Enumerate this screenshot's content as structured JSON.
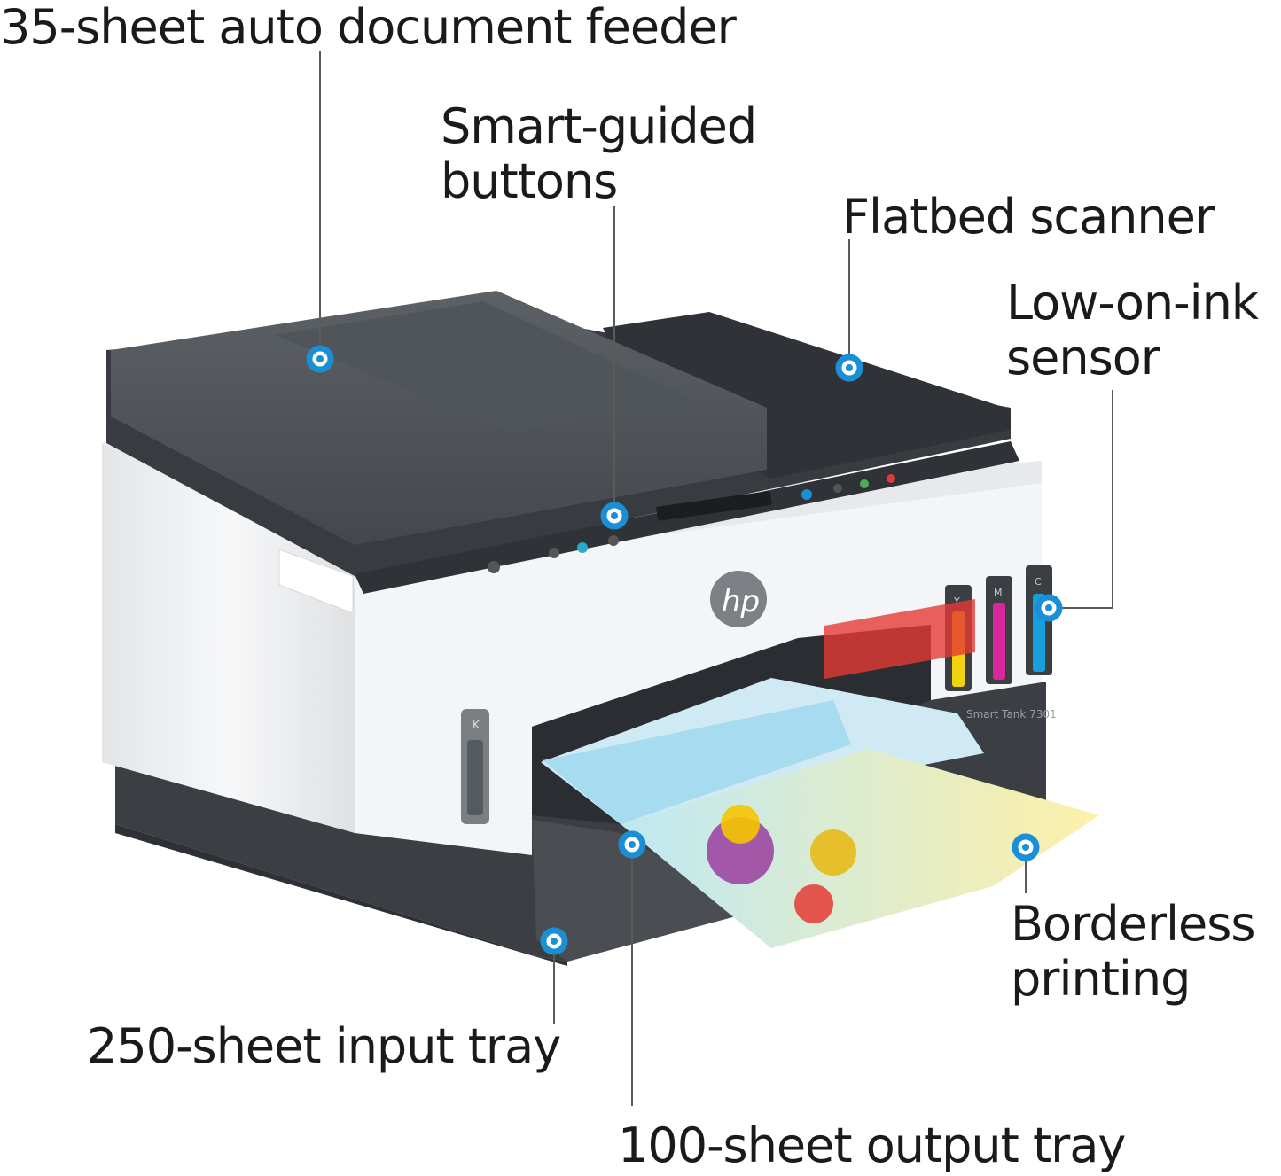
{
  "callouts": {
    "adf": {
      "lines": [
        "35-sheet auto document feeder"
      ]
    },
    "buttons": {
      "lines": [
        "Smart-guided",
        "buttons"
      ]
    },
    "flatbed": {
      "lines": [
        "Flatbed scanner"
      ]
    },
    "ink_sensor": {
      "lines": [
        "Low-on-ink",
        "sensor"
      ]
    },
    "borderless": {
      "lines": [
        "Borderless",
        "printing"
      ]
    },
    "input_tray": {
      "lines": [
        "250-sheet input tray"
      ]
    },
    "output_tray": {
      "lines": [
        "100-sheet output tray"
      ]
    }
  },
  "printer": {
    "brand": "hp",
    "ink_tanks": [
      "Y",
      "M",
      "C"
    ],
    "black_tank": "K",
    "model": "Smart Tank 7301"
  },
  "colors": {
    "hotspot": "#1a8fd6",
    "lid": "#4d5257",
    "body": "#f1f2f3",
    "base": "#3b3e42",
    "yellow_ink": "#f2d30f",
    "magenta_ink": "#d8279b",
    "cyan_ink": "#15a0dc"
  }
}
